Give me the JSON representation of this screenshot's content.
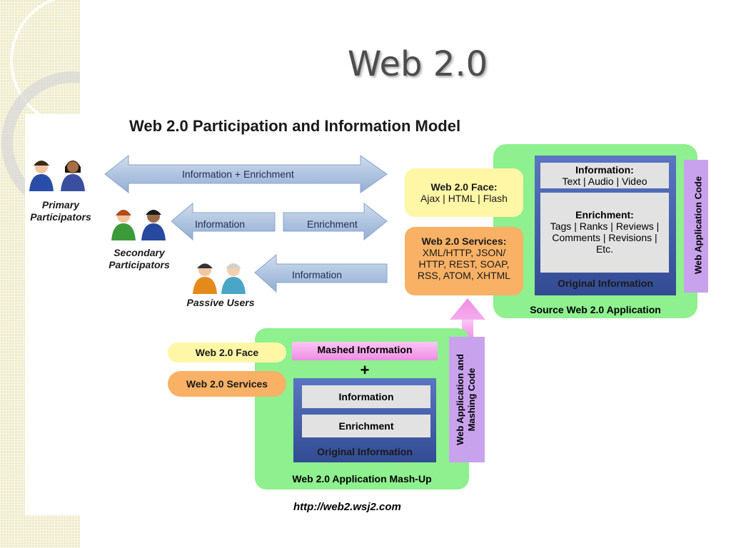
{
  "slide": {
    "title": "Web 2.0"
  },
  "diagram": {
    "title": "Web 2.0 Participation and Information Model",
    "participants": {
      "primary": "Primary Participators",
      "secondary": "Secondary Participators",
      "passive": "Passive Users"
    },
    "arrows": {
      "info_enrichment": "Information + Enrichment",
      "information_left": "Information",
      "enrichment_right": "Enrichment",
      "information_passive": "Information"
    },
    "source_app": {
      "face_title": "Web 2.0 Face:",
      "face_body": "Ajax | HTML | Flash",
      "services_title": "Web 2.0 Services:",
      "services_body": "XML/HTTP, JSON/ HTTP, REST, SOAP, RSS, ATOM, XHTML",
      "information_title": "Information:",
      "information_body": "Text | Audio | Video",
      "enrichment_title": "Enrichment:",
      "enrichment_body": "Tags | Ranks | Reviews | Comments | Revisions | Etc.",
      "original_info": "Original Information",
      "app_code": "Web Application Code",
      "caption": "Source Web 2.0 Application"
    },
    "mashup": {
      "face": "Web 2.0 Face",
      "services": "Web 2.0 Services",
      "mashed": "Mashed Information",
      "plus": "+",
      "information": "Information",
      "enrichment": "Enrichment",
      "original_info": "Original Information",
      "app_code": "Web Application and Mashing Code",
      "caption": "Web 2.0 Application Mash-Up"
    },
    "url": "http://web2.wsj2.com"
  },
  "colors": {
    "arrow_blue": "#aec3e0",
    "green_panel": "#8ef08e",
    "purple_bar": "#c9a2ee",
    "yellow_pill": "#fff6a6",
    "orange_pill": "#f8b165",
    "pink_bar": "#f7a6ee",
    "navy_box": "#3f59a6"
  }
}
